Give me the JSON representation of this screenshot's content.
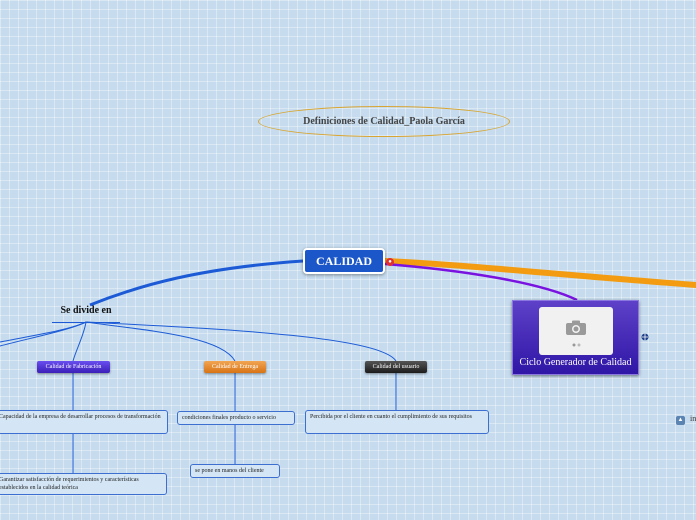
{
  "diagram": {
    "title": "Definiciones de Calidad_Paola García",
    "central": "CALIDAD",
    "relation_label": "Se divide en",
    "categories": [
      {
        "label": "Calidad de Fabricación",
        "color": "#4a2fd6"
      },
      {
        "label": "Calidad de Entrega",
        "color": "#e2872e"
      },
      {
        "label": "Calidad del usuario",
        "color": "#2b2b2b"
      }
    ],
    "details": {
      "fabricacion_1": "Capacidad  de la empresa  de desarrollar procesos de transformación",
      "fabricacion_2": "Garantizar satisfacción de requerimientos y características establecidos en la calidad teórica",
      "entrega_1": "condiciones finales producto o servicio",
      "entrega_2": "se pone en manos del cliente",
      "usuario_1": "Percibida por el cliente en cuanto el cumplimiento de sus requisitos"
    },
    "image_topic": {
      "label": "Ciclo Generador de Calidad",
      "icon": "camera-icon"
    },
    "edge_label": "in",
    "colors": {
      "background": "#c6dcee",
      "central": "#1c57c9",
      "link_blue": "#1d5bd6",
      "link_orange": "#f39c12",
      "link_purple": "#7a13e0"
    }
  }
}
